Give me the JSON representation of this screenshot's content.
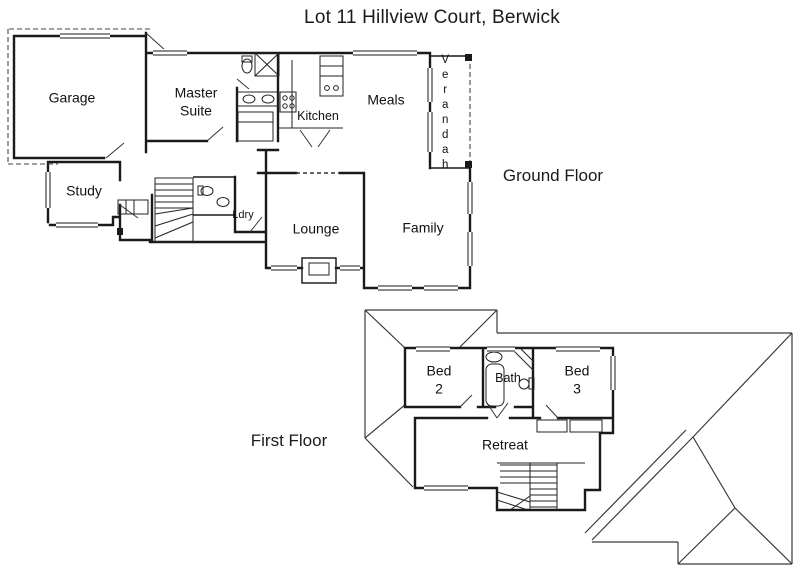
{
  "title": "Lot 11 Hillview Court, Berwick",
  "ground_floor": {
    "label": "Ground Floor",
    "rooms": {
      "garage": "Garage",
      "master_suite": "Master\nSuite",
      "kitchen": "Kitchen",
      "meals": "Meals",
      "verandah": "Verandah",
      "study": "Study",
      "laundry": "Ldry",
      "lounge": "Lounge",
      "family": "Family"
    }
  },
  "first_floor": {
    "label": "First Floor",
    "rooms": {
      "bed2": "Bed\n2",
      "bath": "Bath",
      "bed3": "Bed\n3",
      "retreat": "Retreat"
    }
  },
  "colors": {
    "ink": "#1a1a1a",
    "background": "#ffffff"
  }
}
